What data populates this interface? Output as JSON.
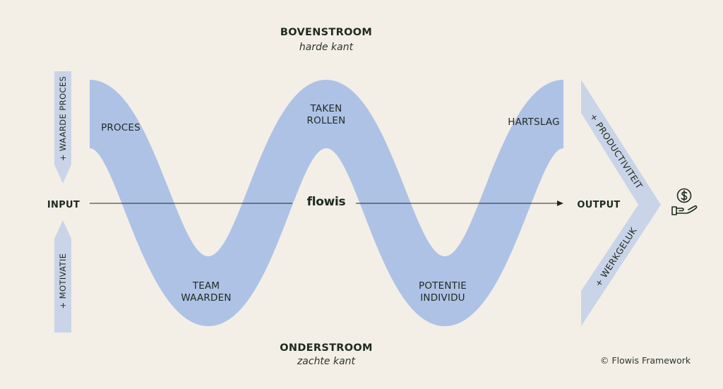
{
  "top": {
    "title": "BOVENSTROOM",
    "subtitle": "harde kant"
  },
  "bottom": {
    "title": "ONDERSTROOM",
    "subtitle": "zachte kant"
  },
  "flow": {
    "input_label": "INPUT",
    "output_label": "OUTPUT",
    "logo_text": "flowis"
  },
  "side_inputs": {
    "upper": "+ WAARDE PROCES",
    "lower": "+ MOTIVATIE"
  },
  "side_outputs": {
    "upper": "+ PRODUCTIVITEIT",
    "lower": "+ WERKGELUK"
  },
  "wave_labels": {
    "proces": "PROCES",
    "taken_rollen": [
      "TAKEN",
      "ROLLEN"
    ],
    "hartslag": "HARTSLAG",
    "team_waarden": [
      "TEAM",
      "WAARDEN"
    ],
    "potentie_individu": [
      "POTENTIE",
      "INDIVIDU"
    ]
  },
  "copyright": "© Flowis Framework",
  "colors": {
    "background": "#f3efe6",
    "wave": "#aec2e6",
    "arrow_band": "#c9d4e8",
    "text": "#1f2a1f"
  },
  "icons": [
    "money-hand-icon"
  ]
}
